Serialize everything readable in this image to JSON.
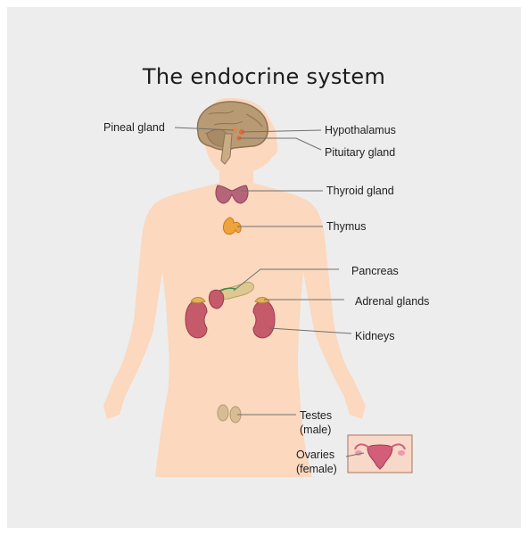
{
  "title": "The endocrine system",
  "colors": {
    "background": "#ededed",
    "body": "#fbd8be",
    "brain": "#b89a74",
    "thyroid": "#b5647a",
    "thymus": "#f0a23c",
    "pancreas": "#dcc890",
    "kidney": "#c55a6b",
    "adrenal": "#e4b060",
    "testes": "#d8bc94",
    "ovaries": "#d25e7a",
    "leader_line": "#6f6f6f"
  },
  "labels": {
    "pineal": "Pineal gland",
    "hypothalamus": "Hypothalamus",
    "pituitary": "Pituitary gland",
    "thyroid": "Thyroid gland",
    "thymus": "Thymus",
    "pancreas": "Pancreas",
    "adrenal": "Adrenal glands",
    "kidneys": "Kidneys",
    "testes_line1": "Testes",
    "testes_line2": "(male)",
    "ovaries_line1": "Ovaries",
    "ovaries_line2": "(female)"
  }
}
